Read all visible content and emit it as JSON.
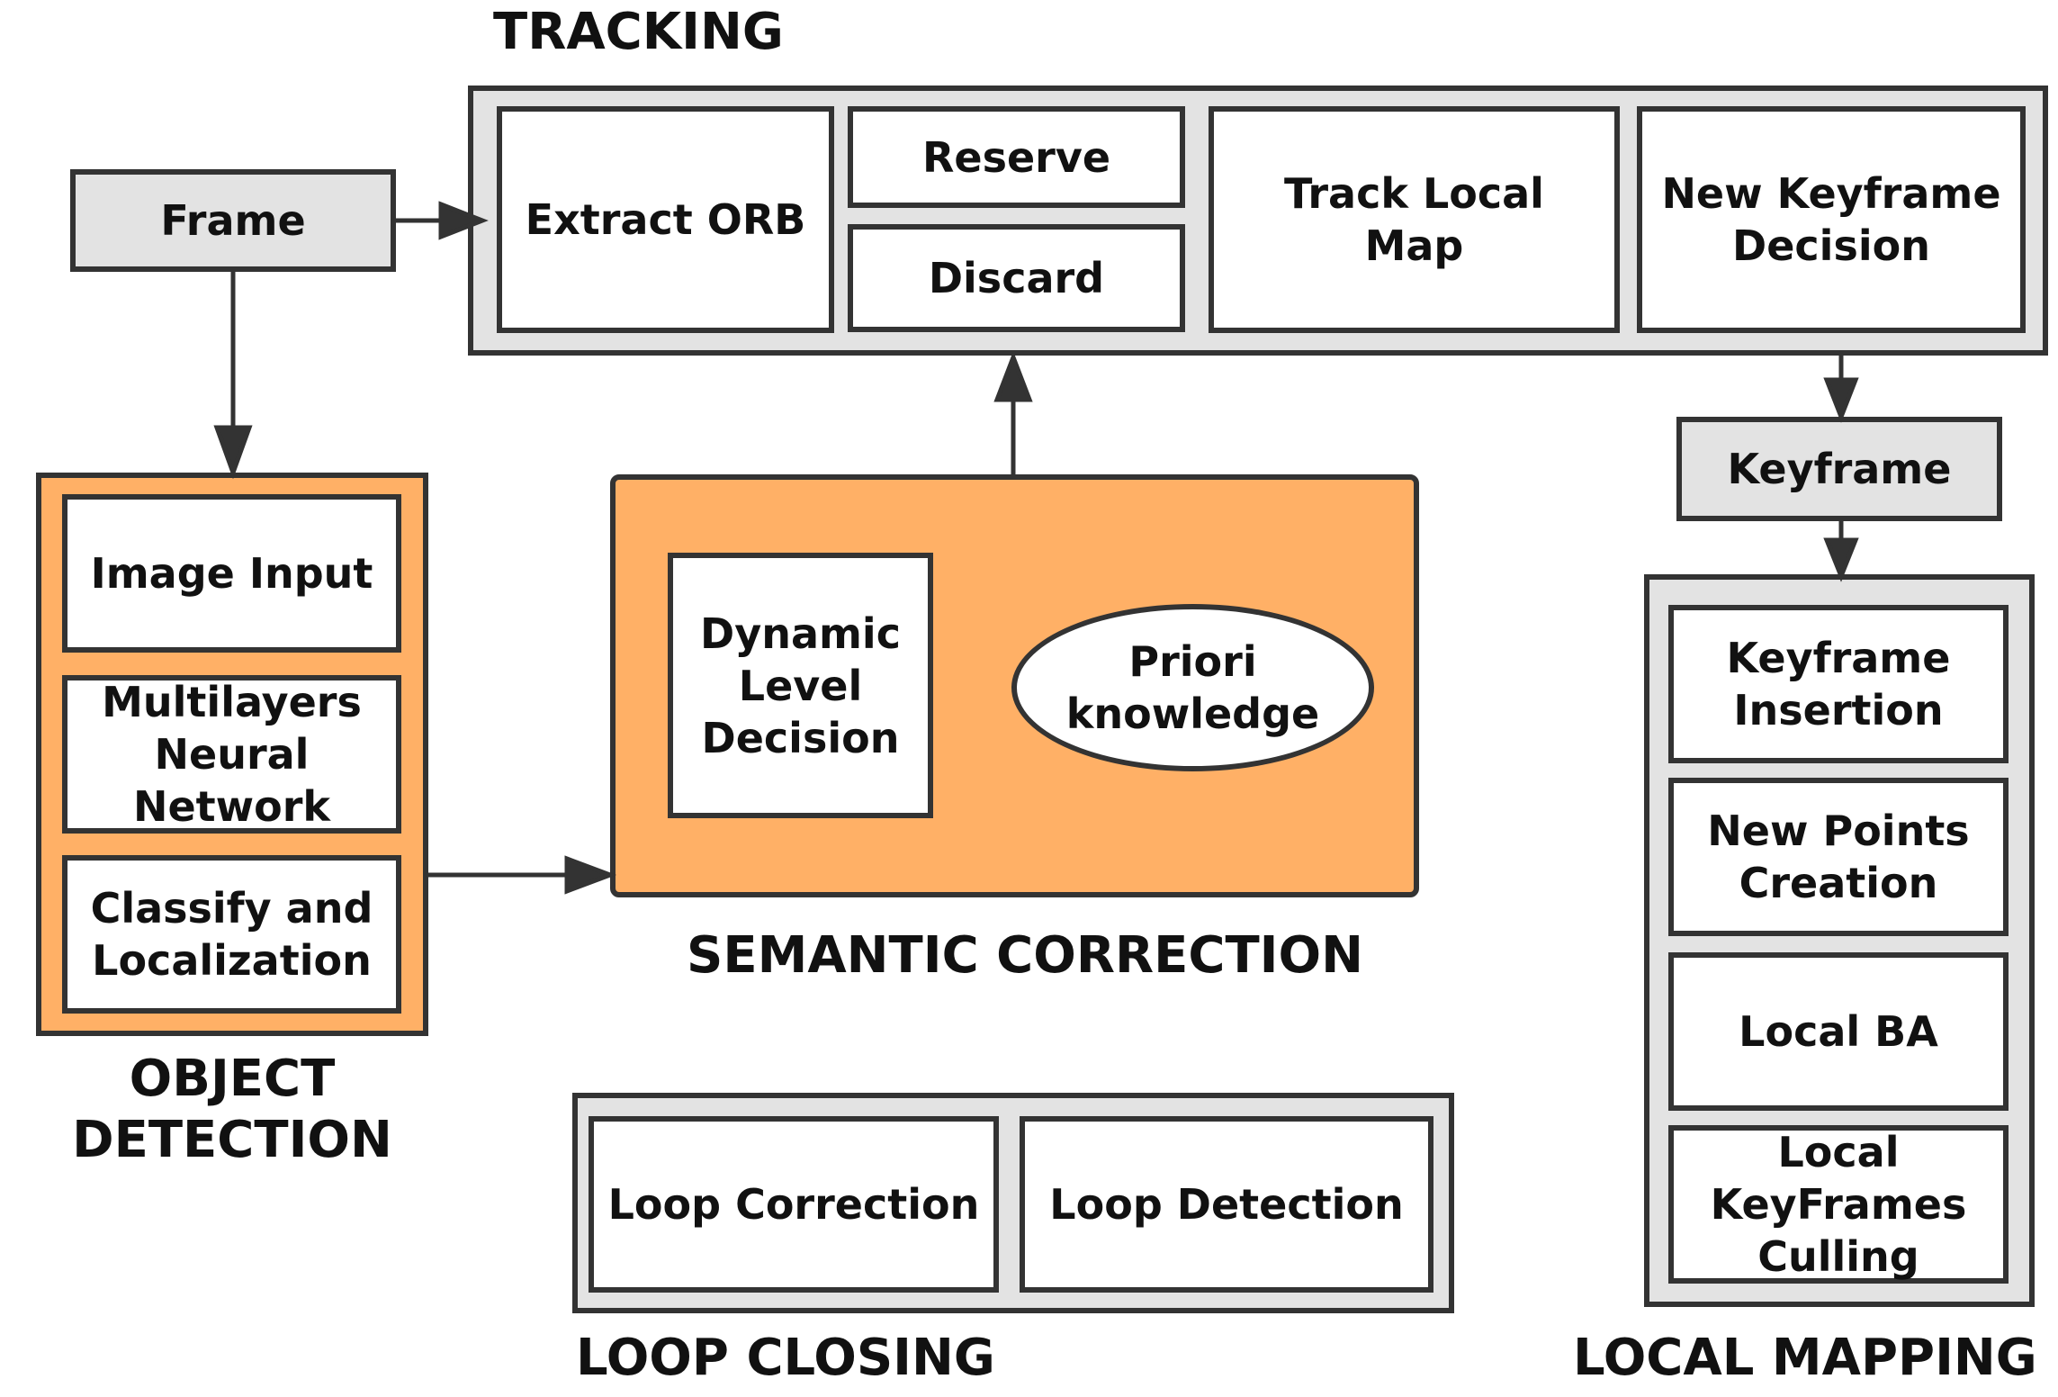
{
  "colors": {
    "stroke": "#333333",
    "grey_fill": "#e3e3e3",
    "orange_fill": "#ffb066",
    "white": "#ffffff"
  },
  "tracking": {
    "title": "TRACKING",
    "extract_orb": "Extract ORB",
    "reserve": "Reserve",
    "discard": "Discard",
    "track_local_map": "Track Local\nMap",
    "new_keyframe_decision": "New Keyframe\nDecision"
  },
  "frame": "Frame",
  "object_detection": {
    "title": "OBJECT\nDETECTION",
    "image_input": "Image Input",
    "multilayers": "Multilayers\nNeural\nNetwork",
    "classify": "Classify and\nLocalization"
  },
  "semantic_correction": {
    "title": "SEMANTIC CORRECTION",
    "dynamic_level": "Dynamic\nLevel\nDecision",
    "priori": "Priori\nknowledge"
  },
  "loop_closing": {
    "title": "LOOP CLOSING",
    "loop_correction": "Loop Correction",
    "loop_detection": "Loop Detection"
  },
  "keyframe": "Keyframe",
  "local_mapping": {
    "title": "LOCAL MAPPING",
    "keyframe_insertion": "Keyframe\nInsertion",
    "new_points": "New Points\nCreation",
    "local_ba": "Local BA",
    "culling": "Local\nKeyFrames\nCulling"
  }
}
